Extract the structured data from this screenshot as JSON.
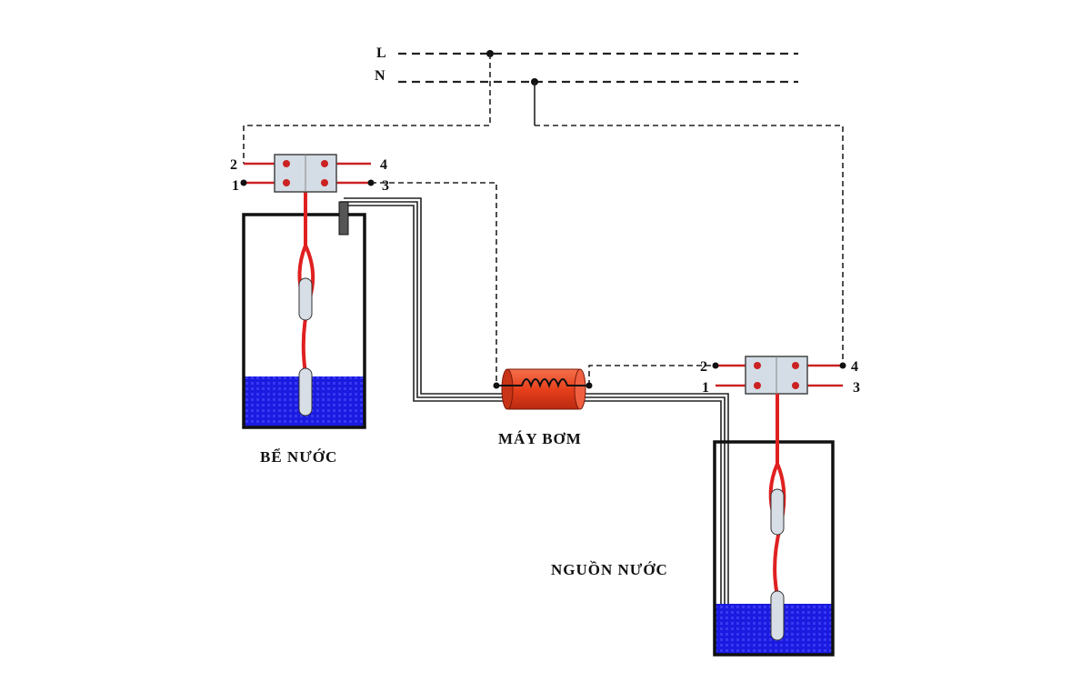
{
  "lines": {
    "live": "L",
    "neutral": "N"
  },
  "tanks": {
    "storage": {
      "label": "BỂ NƯỚC"
    },
    "source": {
      "label": "NGUỒN NƯỚC"
    }
  },
  "pump": {
    "label": "MÁY BƠM"
  },
  "switch_left": {
    "t1": "1",
    "t2": "2",
    "t3": "3",
    "t4": "4"
  },
  "switch_right": {
    "t1": "1",
    "t2": "2",
    "t3": "3",
    "t4": "4"
  },
  "colors": {
    "wire": "#222222",
    "float_cable": "#e02020",
    "water": "#1a1ae0",
    "pump_body": "#e8401c",
    "switch_body": "#d4dde6",
    "switch_contact": "#cc2222",
    "float": "#d8dee6"
  }
}
